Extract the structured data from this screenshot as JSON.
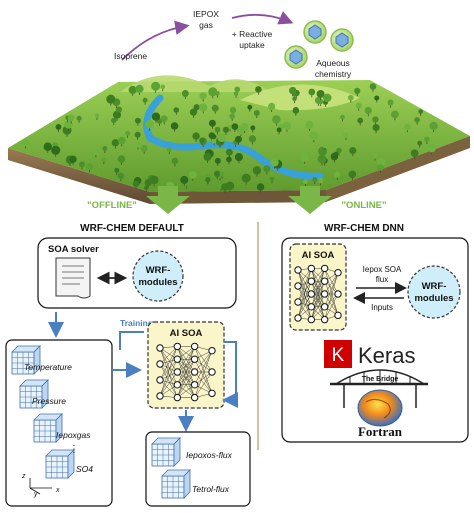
{
  "top": {
    "isoprene": "Isoprene",
    "iepox_gas_line1": "IEPOX",
    "iepox_gas_line2": "gas",
    "reactive_line1": "+ Reactive",
    "reactive_line2": "uptake",
    "aqueous_line1": "Aqueous",
    "aqueous_line2": "chemistry"
  },
  "labels": {
    "offline": "\"OFFLINE\"",
    "online": "\"ONLINE\""
  },
  "left": {
    "title": "WRF-CHEM DEFAULT",
    "soa_solver": "SOA solver",
    "wrf_line1": "WRF-",
    "wrf_line2": "modules",
    "training": "Training",
    "ai_soa": "AI SOA",
    "inputs": [
      "Temperature",
      "Pressure",
      "Iepoxgas",
      "SO4"
    ],
    "outputs": [
      "Iepoxos-flux",
      "Tetrol-flux"
    ],
    "axis_z": "z",
    "axis_x": "x",
    "axis_y": "y"
  },
  "right": {
    "title": "WRF-CHEM DNN",
    "ai_soa": "AI SOA",
    "flux_line1": "Iepox SOA",
    "flux_line2": "flux",
    "inputs": "Inputs",
    "wrf_line1": "WRF-",
    "wrf_line2": "modules",
    "keras_k": "K",
    "keras": "Keras",
    "bridge": "The Bridge",
    "fortran": "Fortran"
  },
  "colors": {
    "green_arrow": "#7ab648",
    "blue": "#4a7fc1",
    "ai_fill": "#fbf6c9",
    "wrf_fill": "#cfeefa",
    "keras_red": "#d00000",
    "purple": "#8b4fa0",
    "divider": "#c8a97e"
  }
}
